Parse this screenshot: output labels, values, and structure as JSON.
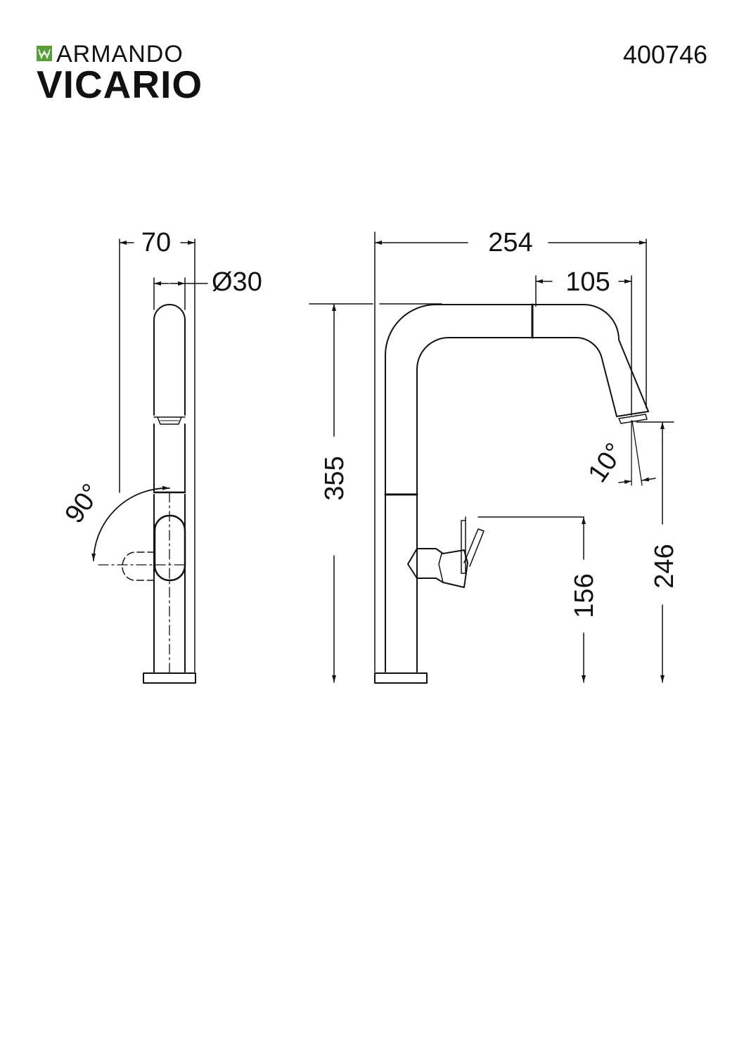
{
  "brand": {
    "line1": "ARMANDO",
    "line2": "VICARIO",
    "mark_color": "#5a9e3a"
  },
  "product_code": "400746",
  "dimensions": {
    "width_70": "70",
    "diameter_30": "Ø30",
    "total_length_254": "254",
    "spout_105": "105",
    "height_355": "355",
    "spout_angle_10": "10°",
    "handle_height_156": "156",
    "outlet_height_246": "246",
    "handle_rotation_90": "90°"
  },
  "colors": {
    "line": "#111111",
    "background": "#ffffff"
  }
}
